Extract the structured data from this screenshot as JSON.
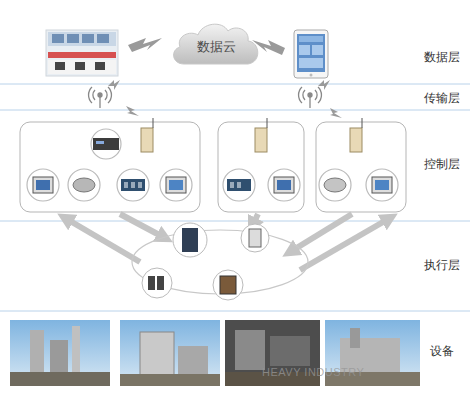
{
  "diagram": {
    "nodes": [
      {
        "text": [
          "数据云"
        ]
      }
    ],
    "labels": [
      "数据层",
      "传输层",
      "控制层",
      "执行层",
      "设备",
      "HEAVY INDUSTRY"
    ]
  }
}
